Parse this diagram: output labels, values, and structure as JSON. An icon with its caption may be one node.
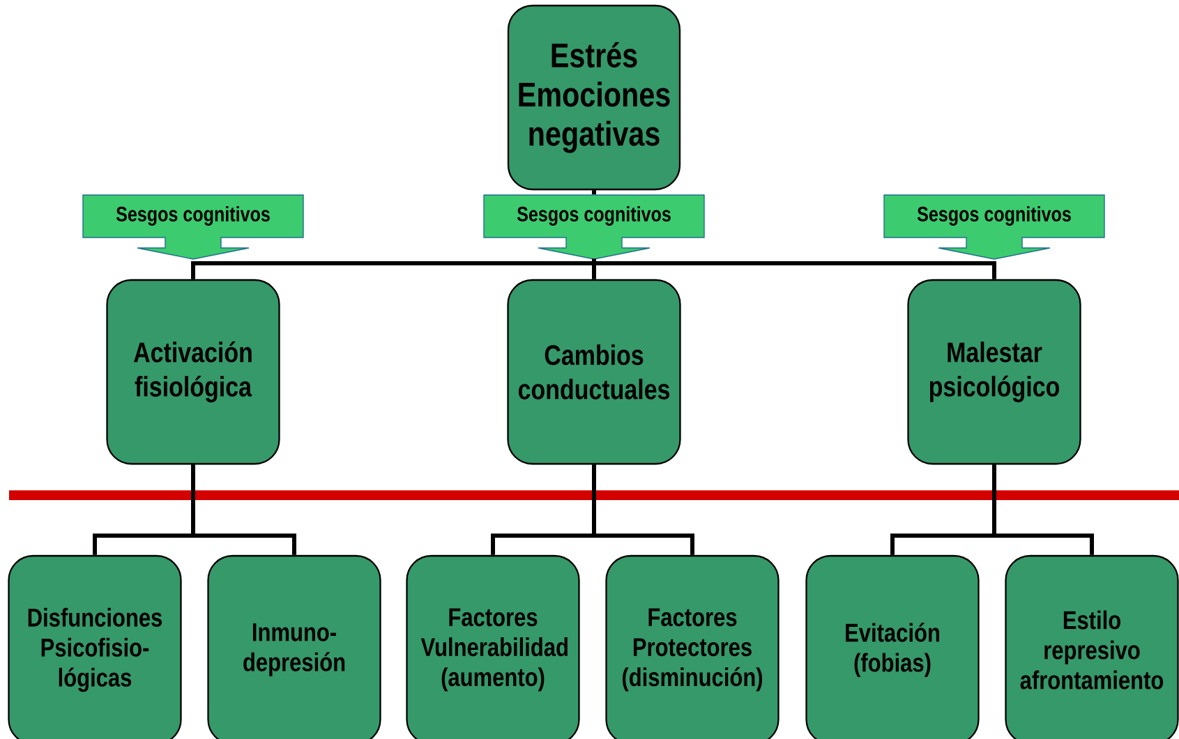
{
  "diagram": {
    "nodes": [
      {
        "text": [
          "Estrés Emociones negativas"
        ]
      },
      {
        "text": [
          "Sesgos cognitivos"
        ]
      },
      {
        "text": [
          "Sesgos cognitivos"
        ]
      },
      {
        "text": [
          "Sesgos cognitivos"
        ]
      },
      {
        "text": [
          "Activación fisiológica"
        ]
      },
      {
        "text": [
          "Cambios conductuales"
        ]
      },
      {
        "text": [
          "Malestar psicológico"
        ]
      },
      {
        "text": [
          "Disfunciones Psicofisio- lógicas"
        ]
      },
      {
        "text": [
          "Inmuno- depresión"
        ]
      },
      {
        "text": [
          "Factores Vulnerabilidad (aumento)"
        ]
      },
      {
        "text": [
          "Factores Protectores (disminución)"
        ]
      },
      {
        "text": [
          "Evitación (fobias)"
        ]
      },
      {
        "text": [
          "Estilo represivo afrontamiento"
        ]
      },
      {
        "text": [],
        "shape": "bar"
      }
    ],
    "edges": [
      {
        "from": 0,
        "to": 2,
        "arrow": "none"
      },
      {
        "from": 2,
        "to": 4,
        "arrow": "none"
      },
      {
        "from": 2,
        "to": 5,
        "arrow": "none"
      },
      {
        "from": 2,
        "to": 6,
        "arrow": "none"
      },
      {
        "from": 4,
        "to": 7,
        "arrow": "none"
      },
      {
        "from": 4,
        "to": 8,
        "arrow": "none"
      },
      {
        "from": 5,
        "to": 9,
        "arrow": "none"
      },
      {
        "from": 5,
        "to": 10,
        "arrow": "none"
      },
      {
        "from": 6,
        "to": 11,
        "arrow": "none"
      },
      {
        "from": 6,
        "to": 12,
        "arrow": "none"
      }
    ]
  }
}
